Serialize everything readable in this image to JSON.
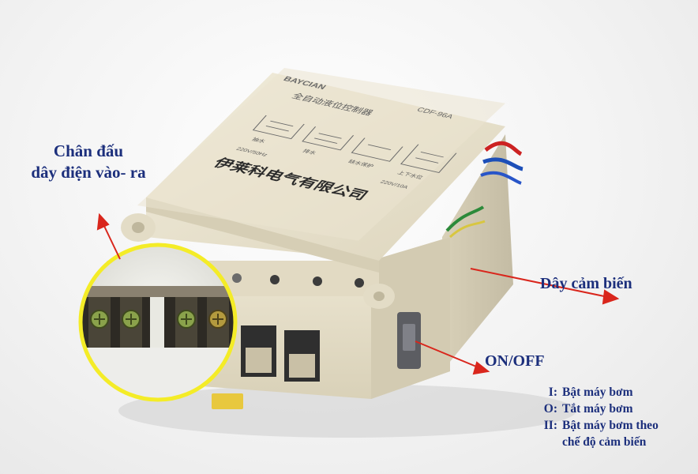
{
  "device": {
    "brand_mark": "BAYCIAN",
    "model_label": "CDF-96A",
    "panel_title": "全自动液位控制器",
    "manufacturer": "伊莱科电气有限公司",
    "rating_left": "220V/50Hz",
    "rating_right": "220V/10A",
    "schematic_captions": [
      "抽水",
      "排水",
      "缺水保护",
      "上下水位"
    ]
  },
  "annotations": {
    "terminal_label_line1": "Chân đấu",
    "terminal_label_line2": "dây điện vào- ra",
    "sensor_label": "Dây cảm biến",
    "switch_label": "ON/OFF"
  },
  "switch_modes": [
    {
      "code": "I:",
      "text": "Bật máy bơm"
    },
    {
      "code": "O:",
      "text": "Tắt máy bơm"
    },
    {
      "code": "II:",
      "text": "Bật máy bơm theo",
      "continuation": "chế độ cảm biến"
    }
  ],
  "colors": {
    "annotation_text": "#1c2f7c",
    "arrow": "#d9261c",
    "device_body": "#ece6d2",
    "device_face": "#e6dfc9",
    "zoom_ring": "#f4ec27",
    "terminal_screw": "#8aa24b"
  },
  "icons": {
    "terminal_pointer": "arrow-up-left-icon",
    "sensor_pointer": "arrow-right-icon",
    "switch_pointer": "arrow-right-icon"
  }
}
